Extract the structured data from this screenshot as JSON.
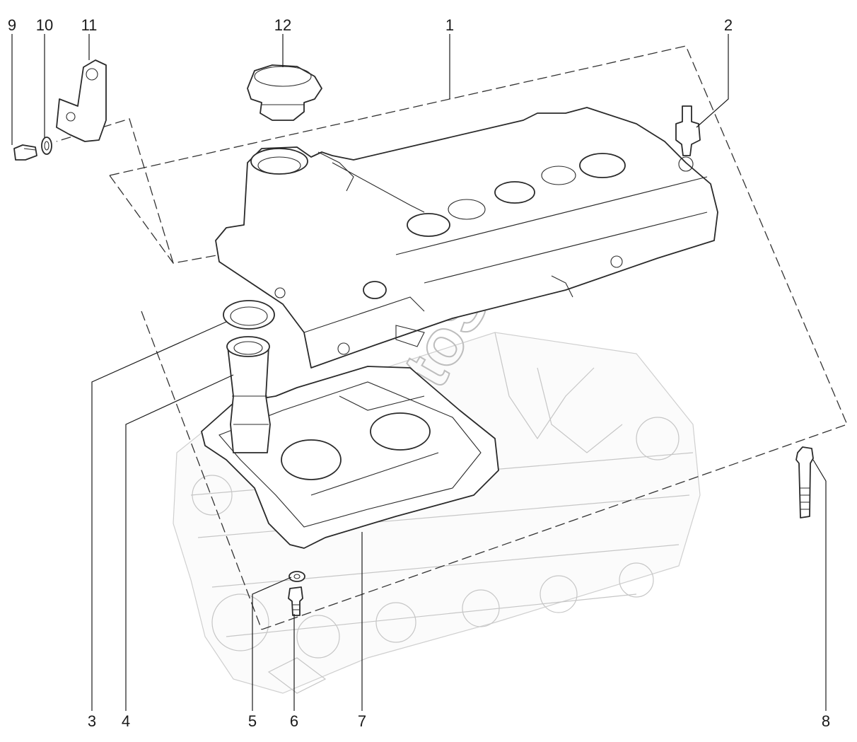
{
  "diagram": {
    "callouts": [
      {
        "id": "1",
        "label": "1"
      },
      {
        "id": "2",
        "label": "2"
      },
      {
        "id": "3",
        "label": "3"
      },
      {
        "id": "4",
        "label": "4"
      },
      {
        "id": "5",
        "label": "5"
      },
      {
        "id": "6",
        "label": "6"
      },
      {
        "id": "7",
        "label": "7"
      },
      {
        "id": "8",
        "label": "8"
      },
      {
        "id": "9",
        "label": "9"
      },
      {
        "id": "10",
        "label": "10"
      },
      {
        "id": "11",
        "label": "11"
      },
      {
        "id": "12",
        "label": "12"
      }
    ],
    "watermark": "AutoSoft"
  }
}
